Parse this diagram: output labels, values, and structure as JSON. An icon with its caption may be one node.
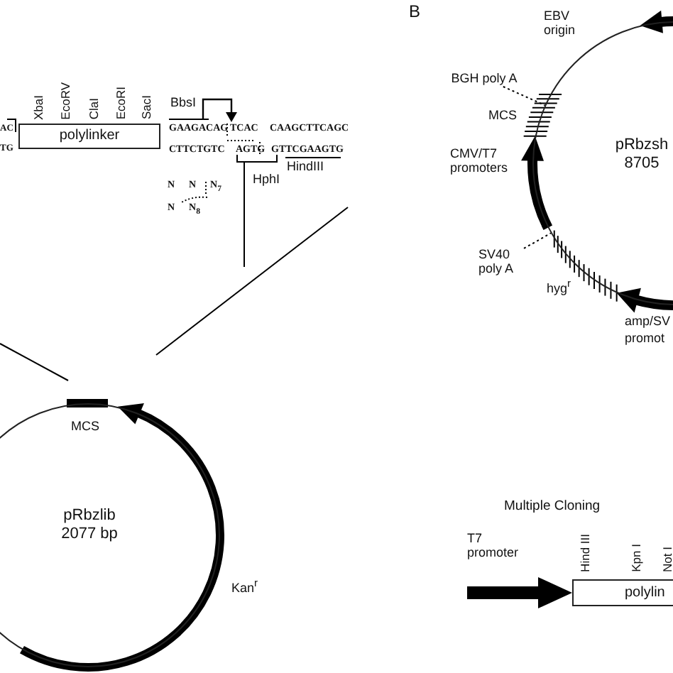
{
  "diagram": {
    "nodes": [
      {
        "text": [
          "polylinker"
        ]
      },
      {
        "text": [
          "pRbzlib",
          "2077 bp"
        ]
      },
      {
        "text": [
          "pRbzsh",
          "8705"
        ]
      },
      {
        "text": [
          "polylin"
        ]
      },
      {
        "text": [
          "BGH poly A"
        ]
      },
      {
        "text": [
          "SV40 poly A"
        ]
      }
    ],
    "edges": [
      {
        "from": 4,
        "to": 2,
        "arrow": "none",
        "style": "dashed"
      },
      {
        "from": 5,
        "to": 2,
        "arrow": "none",
        "style": "dashed"
      },
      {
        "from": null,
        "to": 3,
        "arrow": "to",
        "style": "thick"
      }
    ],
    "labels": [
      "B",
      "EBV origin",
      "MCS",
      "CMV/T7 promoters",
      "hyg$^{r}$",
      "amp/SV",
      "promot",
      "XbaI",
      "EcoRV",
      "ClaI",
      "EcoRI",
      "SacI",
      "AC",
      "TG",
      "BbsI",
      "GAAGACAG",
      "TCAC",
      "CAAGCTTCAGC",
      "CTTCTGTC",
      "AGTG",
      "GTTCGAAGTG",
      "HindIII",
      "HphI",
      "N",
      "N",
      "N$_{7}$",
      "N",
      "N$_{8}$",
      "MCS",
      "Kan$^{r}$",
      "Multiple Cloning",
      "T7 promoter",
      "Hind III",
      "Kpn I",
      "Not I"
    ]
  }
}
